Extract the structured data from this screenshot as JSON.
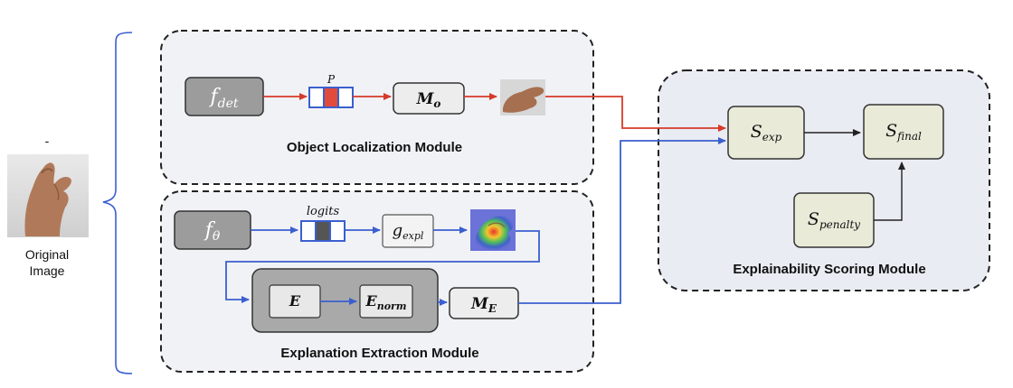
{
  "modules": {
    "object_localization": "Object Localization Module",
    "explanation_extraction": "Explanation Extraction Module",
    "explainability_scoring": "Explainability Scoring Module"
  },
  "input": {
    "caption_line1": "Original",
    "caption_line2": "Image",
    "dot": "-"
  },
  "nodes": {
    "f_det": {
      "base": "f",
      "sub": "det"
    },
    "p_label": "P",
    "m_o": {
      "base": "M",
      "sub": "o"
    },
    "f_theta": {
      "base": "f",
      "sub": "θ"
    },
    "logits_label": "logits",
    "g_expl": {
      "base": "g",
      "sub": "expl"
    },
    "e": "E",
    "e_norm": {
      "base": "E",
      "sub": "norm"
    },
    "m_e": {
      "base": "M",
      "sub": "E"
    },
    "s_exp": {
      "base": "S",
      "sub": "exp"
    },
    "s_final": {
      "base": "S",
      "sub": "final"
    },
    "s_penalty": {
      "base": "S",
      "sub": "penalty"
    }
  },
  "colors": {
    "red_flow": "#d63a2a",
    "blue_flow": "#3b5fcf",
    "black_flow": "#222222",
    "module_fill": "#f1f2f6",
    "score_fill": "#e9ead8",
    "dark_node": "#9c9c9c"
  }
}
